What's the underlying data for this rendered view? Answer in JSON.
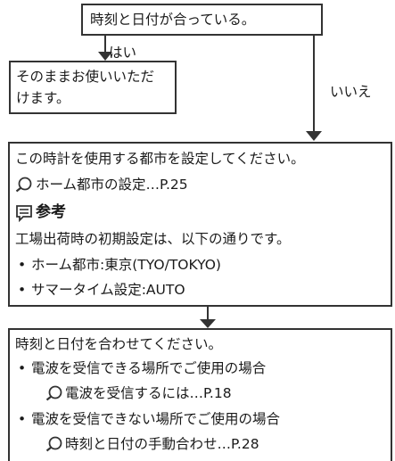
{
  "top_box": {
    "text": "時刻と日付が合っている。"
  },
  "yes_label": "はい",
  "no_label": "いいえ",
  "left_box": {
    "line1": "そのままお使いいただ",
    "line2": "けます。"
  },
  "city_box": {
    "title": "この時計を使用する都市を設定してください。",
    "ref1": "ホーム都市の設定…P.25",
    "note_heading": "参考",
    "note_text": "工場出荷時の初期設定は、以下の通りです。",
    "bullets": [
      "ホーム都市:東京(TYO/TOKYO)",
      "サマータイム設定:AUTO"
    ]
  },
  "time_box": {
    "title": "時刻と日付を合わせてください。",
    "bullet1": "電波を受信できる場所でご使用の場合",
    "ref1": "電波を受信するには…P.18",
    "bullet2": "電波を受信できない場所でご使用の場合",
    "ref2": "時刻と日付の手動合わせ…P.28"
  }
}
